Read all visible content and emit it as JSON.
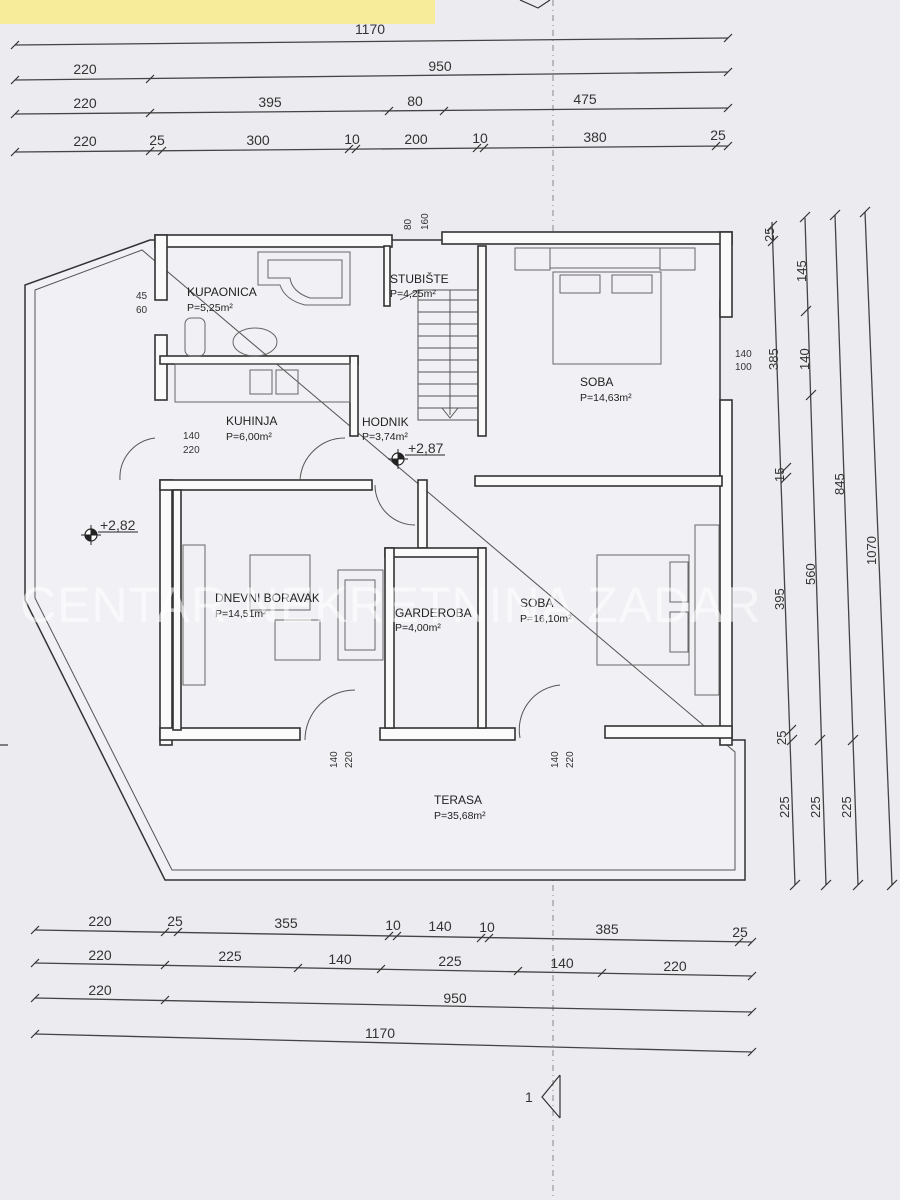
{
  "dimensions": {
    "top": [
      [
        "1170"
      ],
      [
        "220",
        "950"
      ],
      [
        "220",
        "395",
        "80",
        "475"
      ],
      [
        "220",
        "25",
        "300",
        "10",
        "200",
        "10",
        "380",
        "25"
      ]
    ],
    "bottom": [
      [
        "220",
        "25",
        "355",
        "10",
        "140",
        "10",
        "385",
        "25"
      ],
      [
        "220",
        "225",
        "140",
        "225",
        "140",
        "220"
      ],
      [
        "220",
        "950"
      ],
      [
        "1170"
      ]
    ],
    "right": [
      [
        "25",
        "385",
        "15",
        "395",
        "25",
        "225"
      ],
      [
        "145",
        "140",
        "560",
        "225"
      ],
      [
        "845",
        "225"
      ],
      [
        "1070"
      ]
    ]
  },
  "rooms": [
    {
      "name": "KUPAONICA",
      "area": "P=5,25m²"
    },
    {
      "name": "STUBIŠTE",
      "area": "P=4,25m²"
    },
    {
      "name": "SOBA",
      "area": "P=14,63m²"
    },
    {
      "name": "KUHINJA",
      "area": "P=6,00m²"
    },
    {
      "name": "HODNIK",
      "area": "P=3,74m²"
    },
    {
      "name": "DNEVNI BORAVAK",
      "area": "P=14,51m²"
    },
    {
      "name": "GARDEROBA",
      "area": "P=4,00m²"
    },
    {
      "name": "SOBA",
      "area": "P=16,10m²"
    },
    {
      "name": "TERASA",
      "area": "P=35,68m²"
    }
  ],
  "openings": {
    "stair_top": [
      "80",
      "160"
    ],
    "bath_window": [
      "45",
      "60"
    ],
    "bedroom_window": [
      "140",
      "100"
    ],
    "kitchen_window": [
      "140",
      "220"
    ],
    "door_living": [
      "140",
      "220"
    ],
    "door_bedroom": [
      "140",
      "220"
    ]
  },
  "levels": {
    "interior": "+2,87",
    "terrace": "+2,82"
  },
  "watermark": "CENTAR NEKRETNINA ZADAR",
  "section_mark": "1"
}
